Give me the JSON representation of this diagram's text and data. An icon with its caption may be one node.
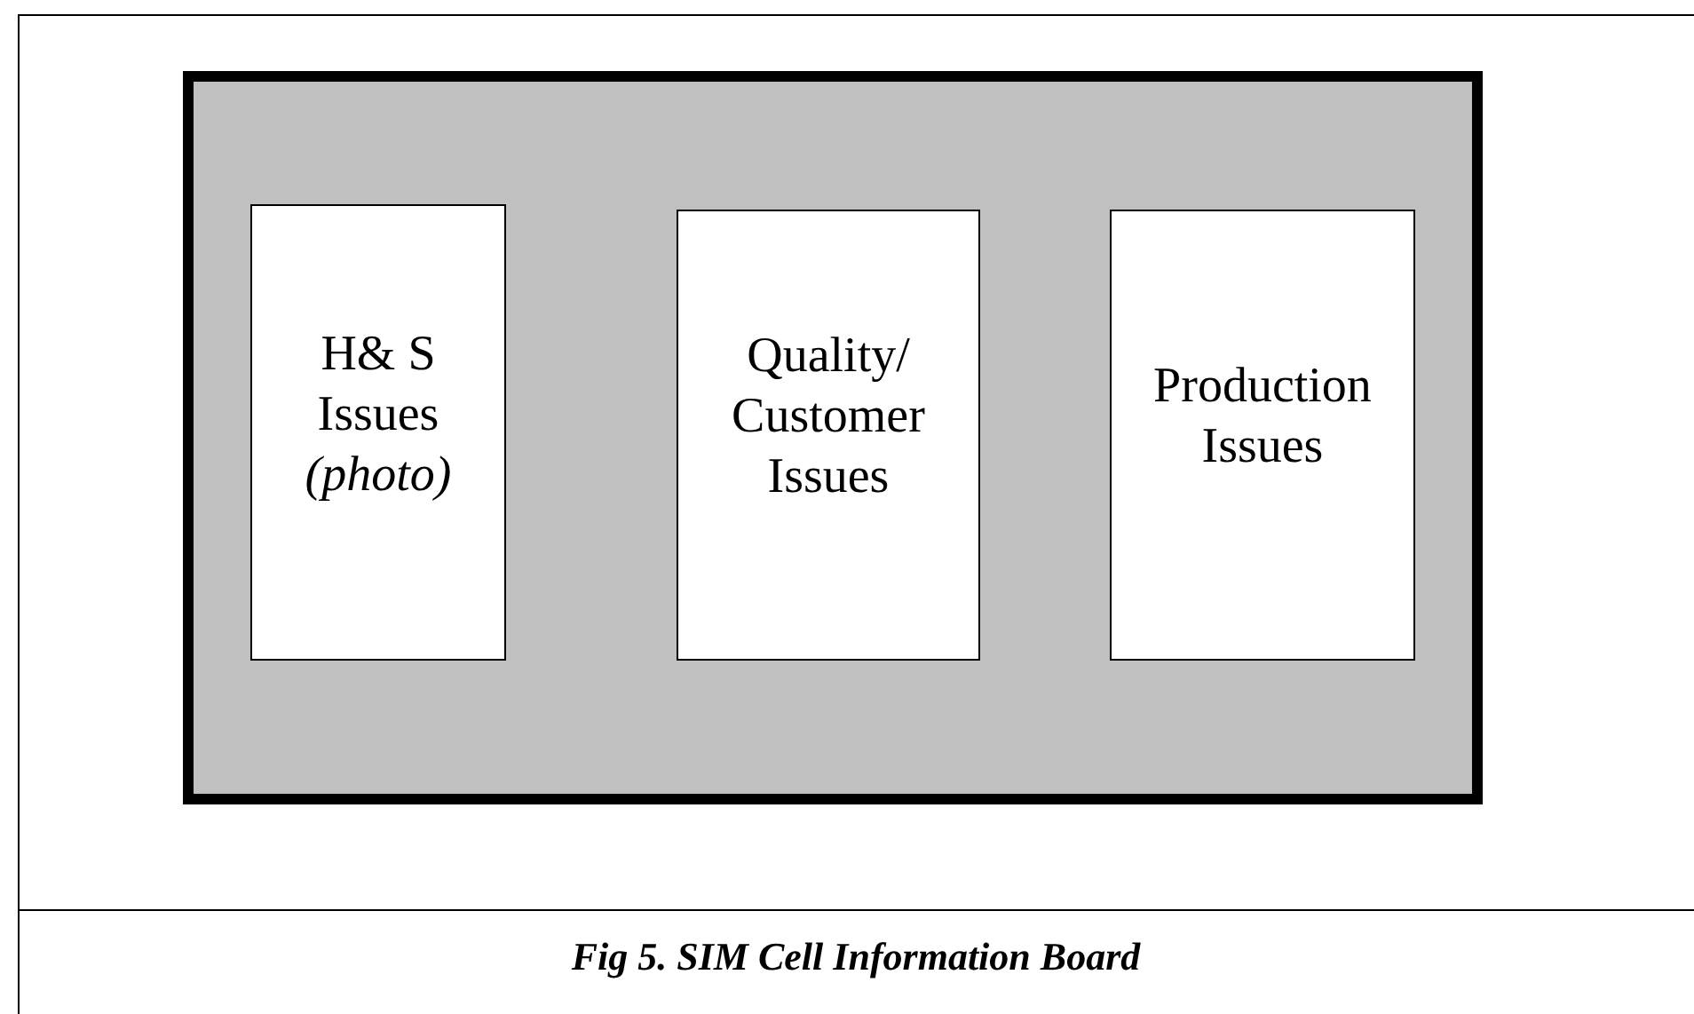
{
  "diagram": {
    "caption": "Fig 5. SIM Cell Information Board",
    "nodes": [
      {
        "text": [],
        "shape": "box"
      },
      {
        "text": [
          "H& S Issues *(photo)*"
        ],
        "in": 0
      },
      {
        "text": [
          "Quality/ Customer Issues"
        ],
        "in": 0
      },
      {
        "text": [
          "Production Issues"
        ],
        "in": 0
      }
    ]
  }
}
